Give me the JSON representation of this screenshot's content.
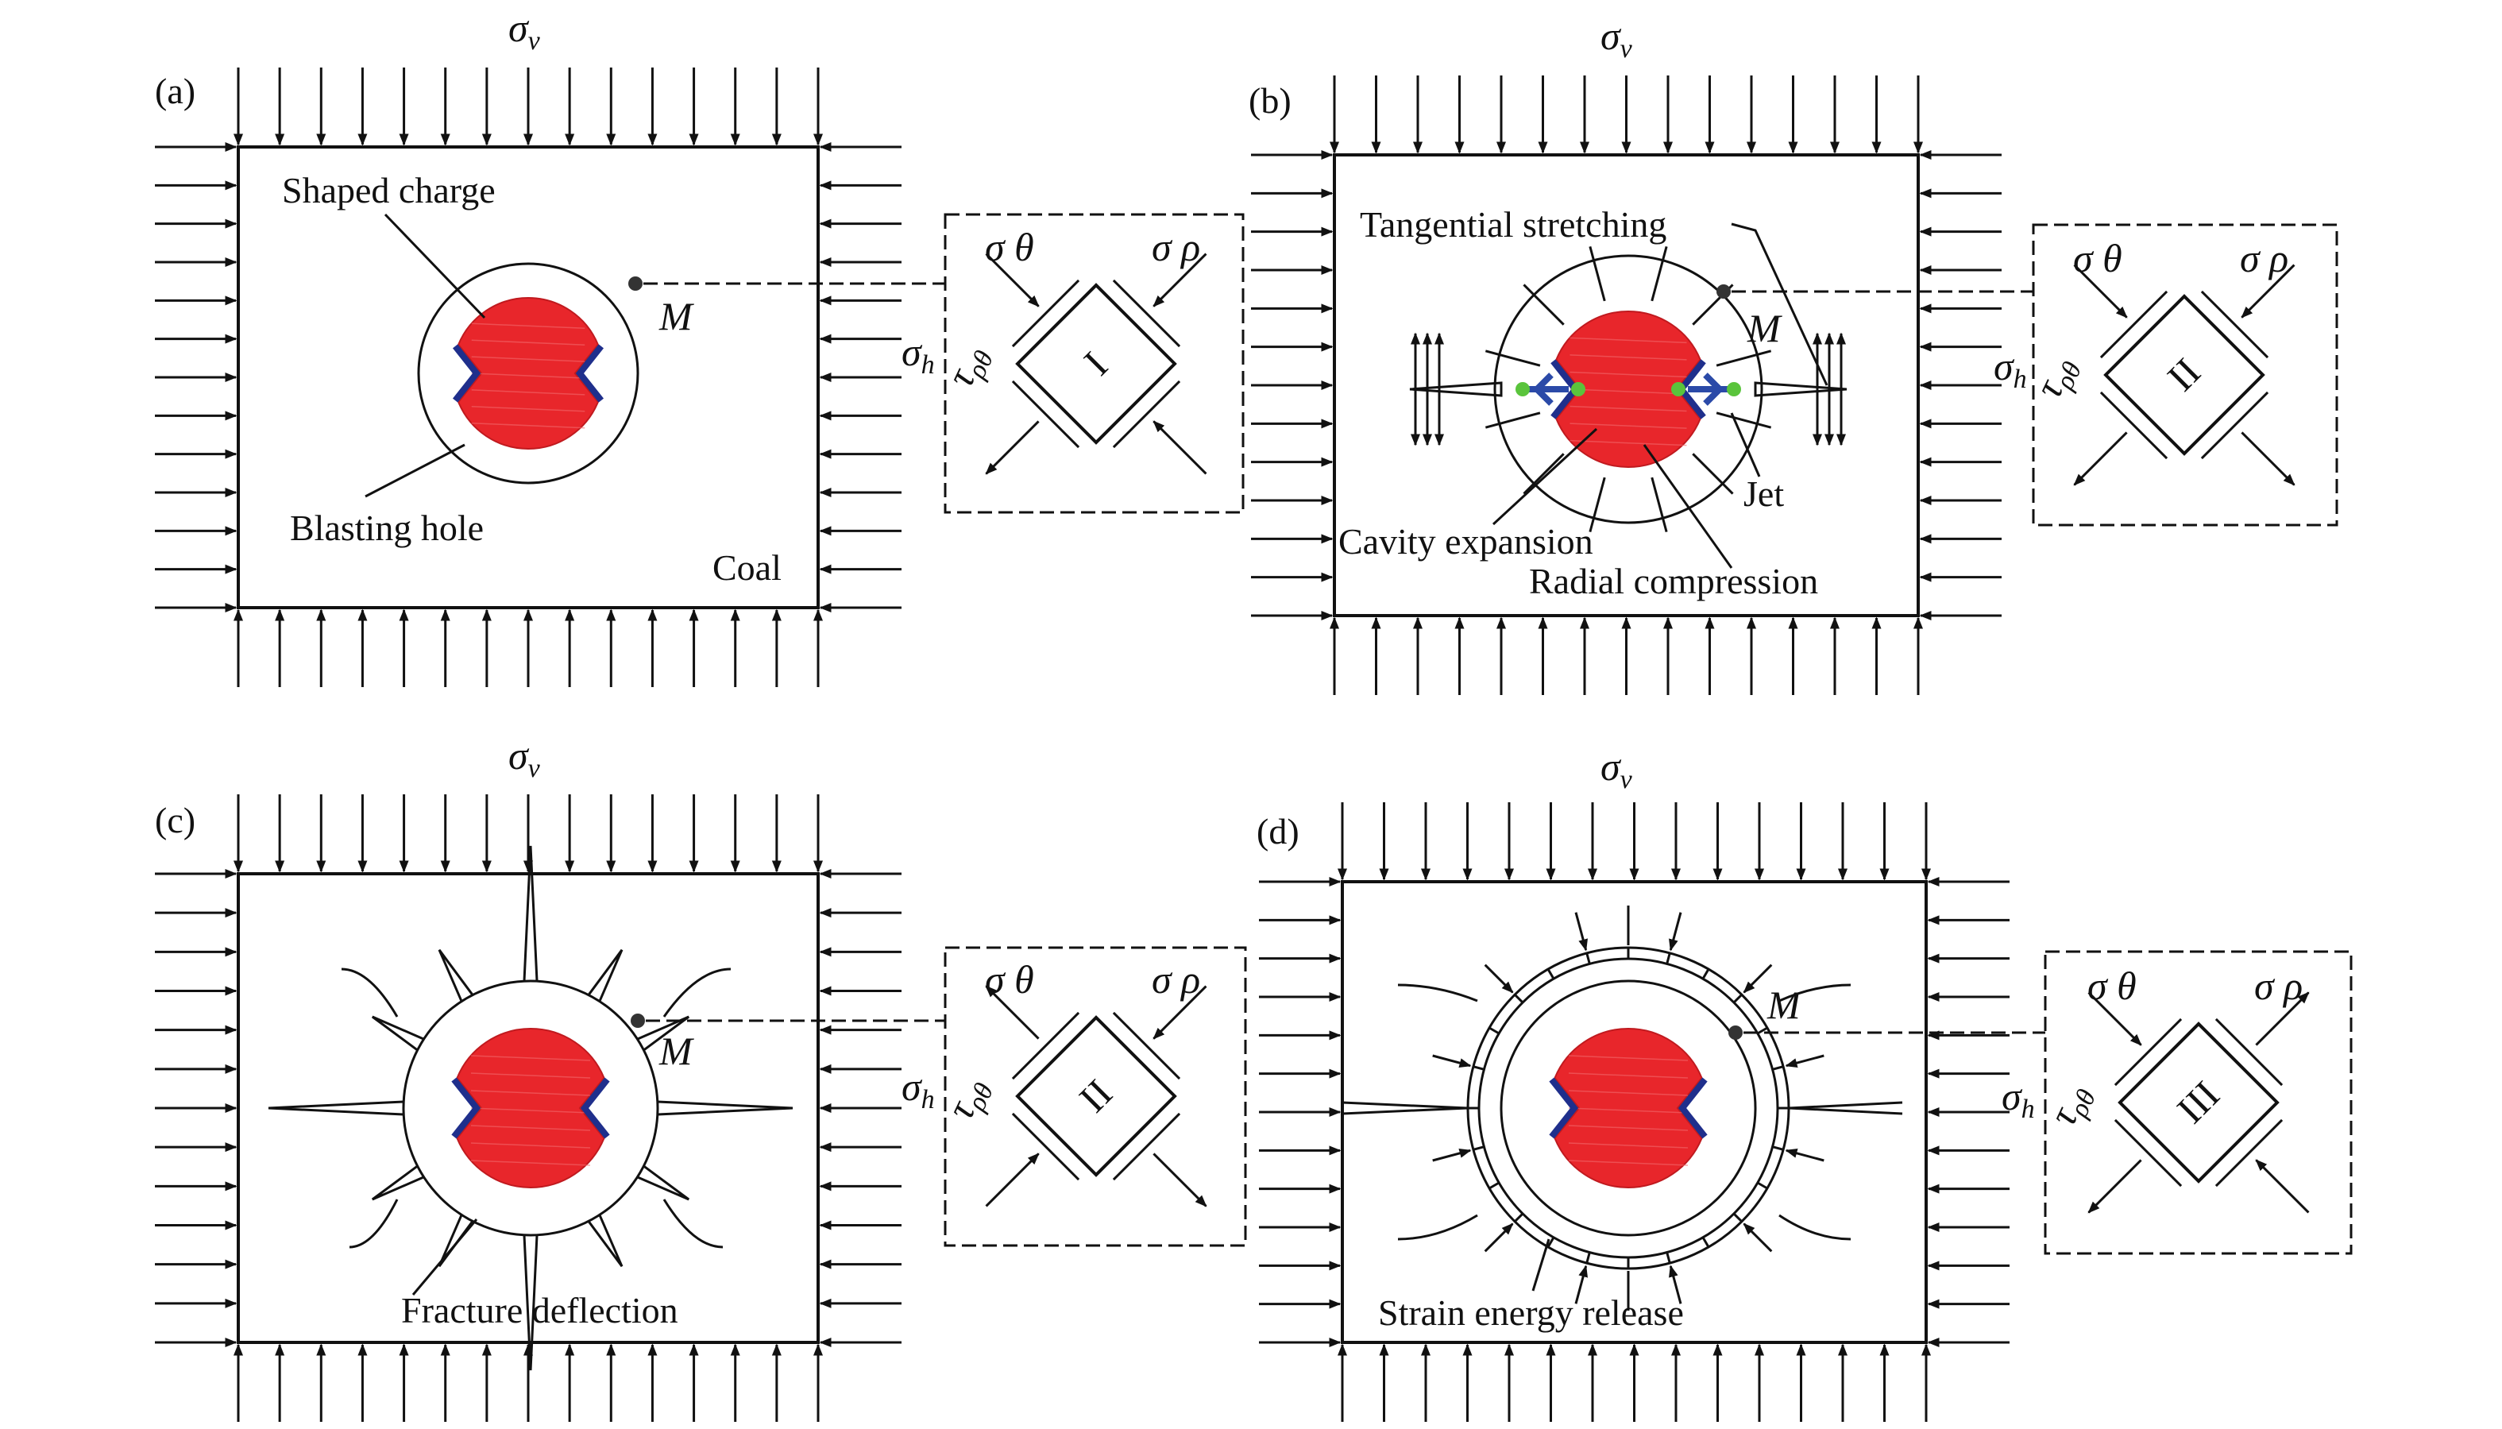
{
  "panels": [
    {
      "id": "a",
      "label": "(a)",
      "sigma_v": "σ",
      "sigma_v_sub": "v",
      "sigma_h": "σ",
      "sigma_h_sub": "h",
      "point": "M",
      "element": "I",
      "sigma_theta": "σ θ",
      "sigma_rho": "σ ρ",
      "tau": "τ",
      "tau_sub": "ρθ",
      "labels": {
        "shaped_charge": "Shaped charge",
        "blasting_hole": "Blasting hole",
        "coal": "Coal"
      }
    },
    {
      "id": "b",
      "label": "(b)",
      "sigma_v": "σ",
      "sigma_v_sub": "v",
      "sigma_h": "σ",
      "sigma_h_sub": "h",
      "point": "M",
      "element": "II",
      "sigma_theta": "σ θ",
      "sigma_rho": "σ ρ",
      "tau": "τ",
      "tau_sub": "ρθ",
      "labels": {
        "tangential": "Tangential stretching",
        "jet": "Jet",
        "cavity": "Cavity expansion",
        "radial": "Radial compression"
      }
    },
    {
      "id": "c",
      "label": "(c)",
      "sigma_v": "σ",
      "sigma_v_sub": "v",
      "sigma_h": "σ",
      "sigma_h_sub": "h",
      "point": "M",
      "element": "II",
      "sigma_theta": "σ θ",
      "sigma_rho": "σ ρ",
      "tau": "τ",
      "tau_sub": "ρθ",
      "labels": {
        "fracture": "Fracture deflection"
      }
    },
    {
      "id": "d",
      "label": "(d)",
      "sigma_v": "σ",
      "sigma_v_sub": "v",
      "sigma_h": "σ",
      "sigma_h_sub": "h",
      "point": "M",
      "element": "III",
      "sigma_theta": "σ θ",
      "sigma_rho": "σ ρ",
      "tau": "τ",
      "tau_sub": "ρθ",
      "labels": {
        "strain": "Strain energy release"
      }
    }
  ],
  "colors": {
    "charge": "#e8262b",
    "liner": "#1f2f8c",
    "jet_blue": "#2b4aa8",
    "jet_green": "#5ac43c",
    "ink": "#111111"
  }
}
